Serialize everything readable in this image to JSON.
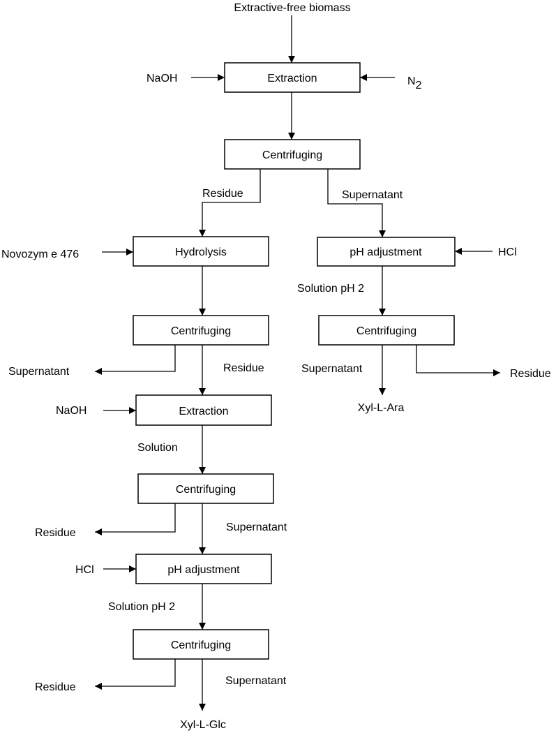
{
  "nodes": {
    "extraction_1": "Extraction",
    "centrifuging_1": "Centrifuging",
    "hydrolysis": "Hydrolysis",
    "ph_adjustment_right": "pH adjustment",
    "centrifuging_left_2": "Centrifuging",
    "centrifuging_right": "Centrifuging",
    "extraction_2": "Extraction",
    "centrifuging_left_3": "Centrifuging",
    "ph_adjustment_left": "pH adjustment",
    "centrifuging_left_4": "Centrifuging"
  },
  "labels": {
    "input_biomass": "Extractive-free biomass",
    "naoh_1": "NaOH",
    "n2_main": "N",
    "n2_sub": "2",
    "residue_1": "Residue",
    "supernatant_1": "Supernatant",
    "novozym": "Novozym e 476",
    "hcl_right": "HCl",
    "solution_ph2_right": "Solution pH 2",
    "supernatant_left_out": "Supernatant",
    "residue_left_2": "Residue",
    "supernatant_right": "Supernatant",
    "residue_right_out": "Residue",
    "product_right": "Xyl-L-Ara",
    "naoh_2": "NaOH",
    "solution": "Solution",
    "residue_left_out_3": "Residue",
    "supernatant_left_3": "Supernatant",
    "hcl_left": "HCl",
    "solution_ph2_left": "Solution pH 2",
    "residue_left_out_4": "Residue",
    "supernatant_left_4": "Supernatant",
    "product_left": "Xyl-L-Glc"
  }
}
